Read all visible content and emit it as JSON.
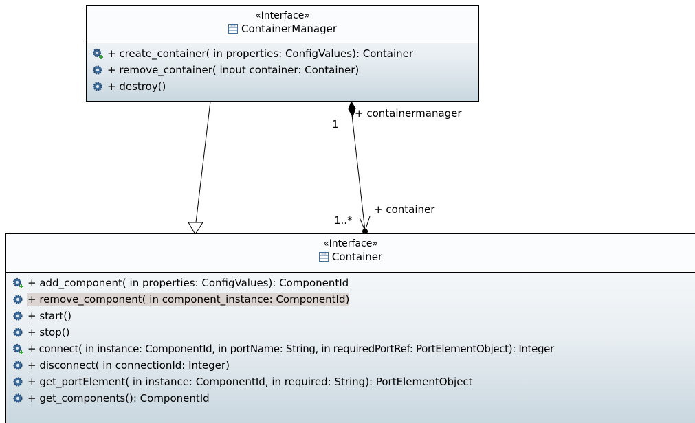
{
  "classes": {
    "container_manager": {
      "stereotype": "«Interface»",
      "name": "ContainerManager",
      "operations": [
        {
          "icon": "gear-plus-icon",
          "text": "+ create_container(  in properties: ConfigValues): Container"
        },
        {
          "icon": "gear-icon",
          "text": "+ remove_container(  inout container: Container)"
        },
        {
          "icon": "gear-icon",
          "text": "+ destroy()"
        }
      ]
    },
    "container": {
      "stereotype": "«Interface»",
      "name": "Container",
      "operations": [
        {
          "icon": "gear-plus-icon",
          "text": "+ add_component(  in properties: ConfigValues): ComponentId"
        },
        {
          "icon": "gear-icon",
          "text": "+ remove_component(  in component_instance: ComponentId)",
          "selected": true
        },
        {
          "icon": "gear-icon",
          "text": "+ start()"
        },
        {
          "icon": "gear-icon",
          "text": "+ stop()"
        },
        {
          "icon": "gear-plus-icon",
          "text": "+ connect(  in instance: ComponentId,   in portName: String,   in requiredPortRef: PortElementObject): Integer"
        },
        {
          "icon": "gear-icon",
          "text": "+ disconnect(  in connectionId: Integer)"
        },
        {
          "icon": "gear-icon",
          "text": "+ get_portElement(  in instance: ComponentId,   in required: String): PortElementObject"
        },
        {
          "icon": "gear-icon",
          "text": "+ get_components(): ComponentId"
        }
      ]
    }
  },
  "association": {
    "source_role": "+ containermanager",
    "source_multiplicity": "1",
    "target_role": "+ container",
    "target_multiplicity": "1..*"
  },
  "colors": {
    "class_fill_top": "#fbfcfd",
    "class_fill_bottom": "#c9d7df",
    "gear": "#3f6f9e",
    "plus": "#3aa33a",
    "selection": "#dcd4d0"
  }
}
